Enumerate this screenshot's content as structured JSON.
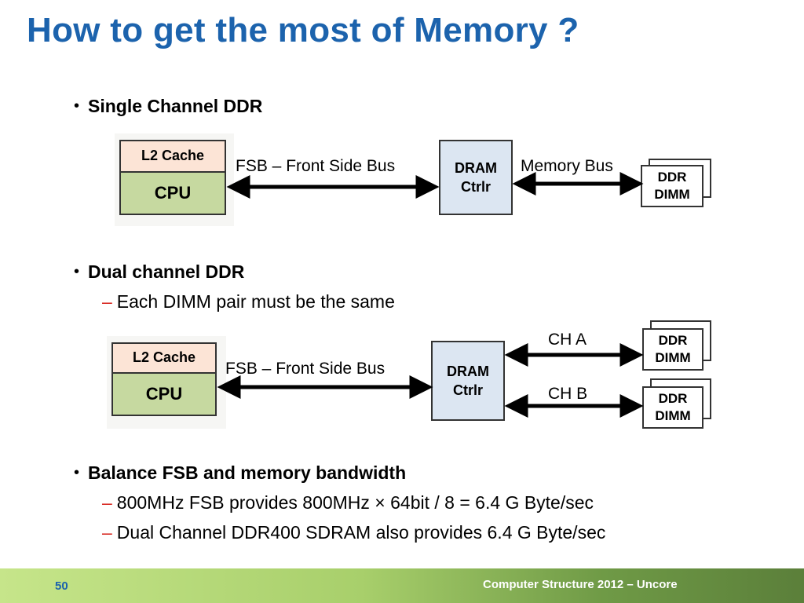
{
  "title": "How to get the most of Memory ?",
  "bullets": [
    {
      "text": "Single Channel DDR"
    },
    {
      "text": "Dual channel DDR",
      "subs": [
        "Each DIMM pair must be the same"
      ]
    },
    {
      "text": "Balance FSB and memory bandwidth",
      "subs": [
        "800MHz FSB provides 800MHz × 64bit / 8 = 6.4 G Byte/sec",
        "Dual Channel DDR400 SDRAM also provides 6.4 G Byte/sec"
      ]
    }
  ],
  "bullet_glyph": "•",
  "dash_glyph": "–",
  "diagram1": {
    "cache": "L2 Cache",
    "cpu": "CPU",
    "fsb": "FSB – Front Side Bus",
    "dram_line1": "DRAM",
    "dram_line2": "Ctrlr",
    "membus": "Memory Bus",
    "dimm_line1": "DDR",
    "dimm_line2": "DIMM"
  },
  "diagram2": {
    "cache": "L2 Cache",
    "cpu": "CPU",
    "fsb": "FSB – Front Side Bus",
    "dram_line1": "DRAM",
    "dram_line2": "Ctrlr",
    "ch_a": "CH A",
    "ch_b": "CH B",
    "dimm_line1": "DDR",
    "dimm_line2": "DIMM"
  },
  "footer": {
    "page": "50",
    "text": "Computer Structure 2012 – Uncore"
  },
  "colors": {
    "title": "#1c63ad",
    "dash": "#d7261f",
    "cache": "#fce4d6",
    "cpu": "#c6d9a0",
    "dram": "#dce6f2"
  }
}
